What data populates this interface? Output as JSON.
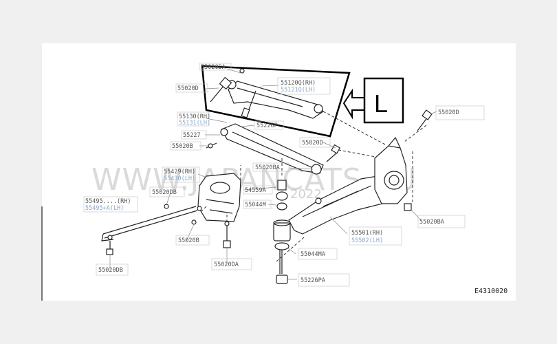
{
  "diagram": {
    "code": "E4310020",
    "callout_letter": "L",
    "watermark": "WWW.JAPANCATS.RU",
    "watermark_sub": "2022"
  },
  "labels": [
    {
      "id": "l1",
      "text": "55020DA",
      "faint": false
    },
    {
      "id": "l2",
      "text": "55020D",
      "faint": false
    },
    {
      "id": "l3",
      "text": "55120Q(RH)",
      "faint": false
    },
    {
      "id": "l4",
      "text": "55121Q(LH)",
      "faint": true
    },
    {
      "id": "l5",
      "text": "55130(RH)",
      "faint": false
    },
    {
      "id": "l6",
      "text": "55131(LH)",
      "faint": true
    },
    {
      "id": "l7",
      "text": "55226P",
      "faint": false
    },
    {
      "id": "l8",
      "text": "55227",
      "faint": false
    },
    {
      "id": "l9",
      "text": "55020B",
      "faint": false
    },
    {
      "id": "l10",
      "text": "55020D",
      "faint": false
    },
    {
      "id": "l11",
      "text": "55020D",
      "faint": false
    },
    {
      "id": "l12",
      "text": "55020BA",
      "faint": false
    },
    {
      "id": "l13",
      "text": "55429(RH)",
      "faint": false
    },
    {
      "id": "l14",
      "text": "55430(LH)",
      "faint": true
    },
    {
      "id": "l15",
      "text": "55020DB",
      "faint": false
    },
    {
      "id": "l16",
      "text": "55495....(RH)",
      "faint": false
    },
    {
      "id": "l17",
      "text": "55495+A(LH)",
      "faint": true
    },
    {
      "id": "l18",
      "text": "54559A",
      "faint": false
    },
    {
      "id": "l19",
      "text": "55044M",
      "faint": false
    },
    {
      "id": "l20",
      "text": "55501(RH)",
      "faint": false
    },
    {
      "id": "l21",
      "text": "55502(LH)",
      "faint": true
    },
    {
      "id": "l22",
      "text": "55020BA",
      "faint": false
    },
    {
      "id": "l23",
      "text": "55020B",
      "faint": false
    },
    {
      "id": "l24",
      "text": "55044MA",
      "faint": false
    },
    {
      "id": "l25",
      "text": "55020DA",
      "faint": false
    },
    {
      "id": "l26",
      "text": "55020DB",
      "faint": false
    },
    {
      "id": "l27",
      "text": "55226PA",
      "faint": false
    }
  ]
}
